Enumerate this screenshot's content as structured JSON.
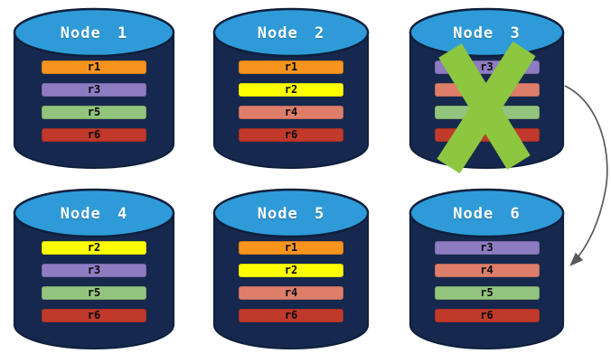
{
  "colors": {
    "cylinder_body": "#17284E",
    "cylinder_top": "#2E9BD8",
    "cylinder_border": "#0E1F3C",
    "node_title_text": "#FFFFFF",
    "failure_x": "#8DC63F",
    "arrow": "#595959"
  },
  "nodes": [
    {
      "label": "Node 1",
      "failed": false,
      "replicas": [
        {
          "label": "r1",
          "color": "#F7941E"
        },
        {
          "label": "r3",
          "color": "#8E7CC3"
        },
        {
          "label": "r5",
          "color": "#93C47D"
        },
        {
          "label": "r6",
          "color": "#C0392B"
        }
      ]
    },
    {
      "label": "Node 2",
      "failed": false,
      "replicas": [
        {
          "label": "r1",
          "color": "#F7941E"
        },
        {
          "label": "r2",
          "color": "#FFFF00"
        },
        {
          "label": "r4",
          "color": "#DD7E6B"
        },
        {
          "label": "r6",
          "color": "#C0392B"
        }
      ]
    },
    {
      "label": "Node 3",
      "failed": true,
      "replicas": [
        {
          "label": "r3",
          "color": "#8E7CC3"
        },
        {
          "label": "r4",
          "color": "#DD7E6B"
        },
        {
          "label": "r5",
          "color": "#93C47D"
        },
        {
          "label": "r6",
          "color": "#C0392B"
        }
      ]
    },
    {
      "label": "Node 4",
      "failed": false,
      "replicas": [
        {
          "label": "r2",
          "color": "#FFFF00"
        },
        {
          "label": "r3",
          "color": "#8E7CC3"
        },
        {
          "label": "r5",
          "color": "#93C47D"
        },
        {
          "label": "r6",
          "color": "#C0392B"
        }
      ]
    },
    {
      "label": "Node 5",
      "failed": false,
      "replicas": [
        {
          "label": "r1",
          "color": "#F7941E"
        },
        {
          "label": "r2",
          "color": "#FFFF00"
        },
        {
          "label": "r4",
          "color": "#DD7E6B"
        },
        {
          "label": "r6",
          "color": "#C0392B"
        }
      ]
    },
    {
      "label": "Node 6",
      "failed": false,
      "replicas": [
        {
          "label": "r3",
          "color": "#8E7CC3"
        },
        {
          "label": "r4",
          "color": "#DD7E6B"
        },
        {
          "label": "r5",
          "color": "#93C47D"
        },
        {
          "label": "r6",
          "color": "#C0392B"
        }
      ]
    }
  ],
  "annotations": {
    "failed_node": "Node 3",
    "arrow": {
      "from": "Node 3",
      "to": "Node 6"
    }
  }
}
